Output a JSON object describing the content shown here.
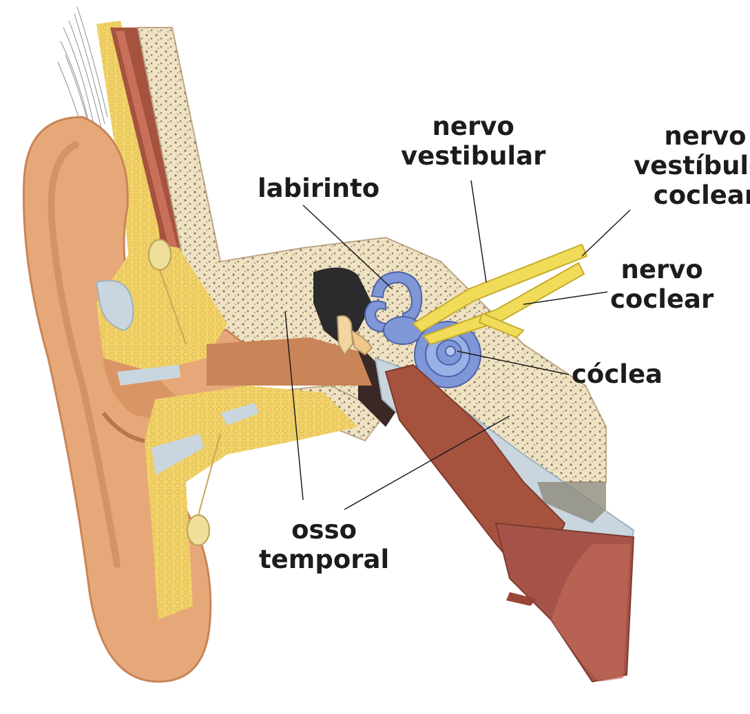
{
  "diagram": {
    "labels": {
      "labirinto": "labirinto",
      "nervo_vestibular": [
        "nervo",
        "vestibular"
      ],
      "nervo_vestibulo_coclear": [
        "nervo",
        "vestíbulo-",
        "coclear"
      ],
      "nervo_coclear": [
        "nervo",
        "coclear"
      ],
      "coclea": "cóclea",
      "osso_temporal": [
        "osso",
        "temporal"
      ]
    },
    "colors": {
      "skin": "#e7a879",
      "skin_dark": "#c98457",
      "fat": "#f2d36a",
      "bone": "#efe2c2",
      "bone_pores": "#3a2a22",
      "labyrinth": "#7f97d6",
      "nerve": "#f1dc5a",
      "muscle": "#a5523f",
      "canal_lining": "#c9d6df",
      "cavity": "#2b2a2c",
      "leader_line": "#1c1c1c"
    }
  }
}
